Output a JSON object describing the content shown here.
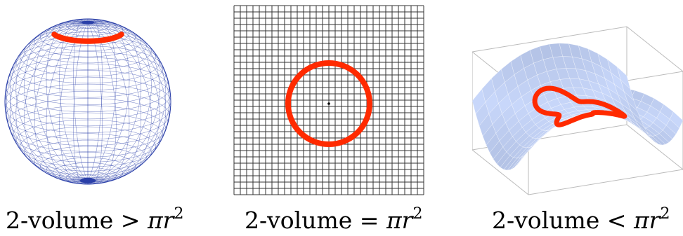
{
  "panels": [
    {
      "id": "sphere",
      "caption": {
        "prefix": "2-volume",
        "relation": ">",
        "var_pi": "π",
        "var_r": "r",
        "exponent": "2"
      }
    },
    {
      "id": "plane",
      "caption": {
        "prefix": "2-volume",
        "relation": "=",
        "var_pi": "π",
        "var_r": "r",
        "exponent": "2"
      }
    },
    {
      "id": "saddle",
      "caption": {
        "prefix": "2-volume",
        "relation": "<",
        "var_pi": "π",
        "var_r": "r",
        "exponent": "2"
      }
    }
  ],
  "colors": {
    "circle_stroke": "#ff2a00",
    "sphere_mesh": "#2a3fa8",
    "grid_line": "#333333",
    "saddle_fill": "#c9d7ea",
    "saddle_mesh": "#ffffff",
    "box_edge": "#bbbbbb"
  }
}
